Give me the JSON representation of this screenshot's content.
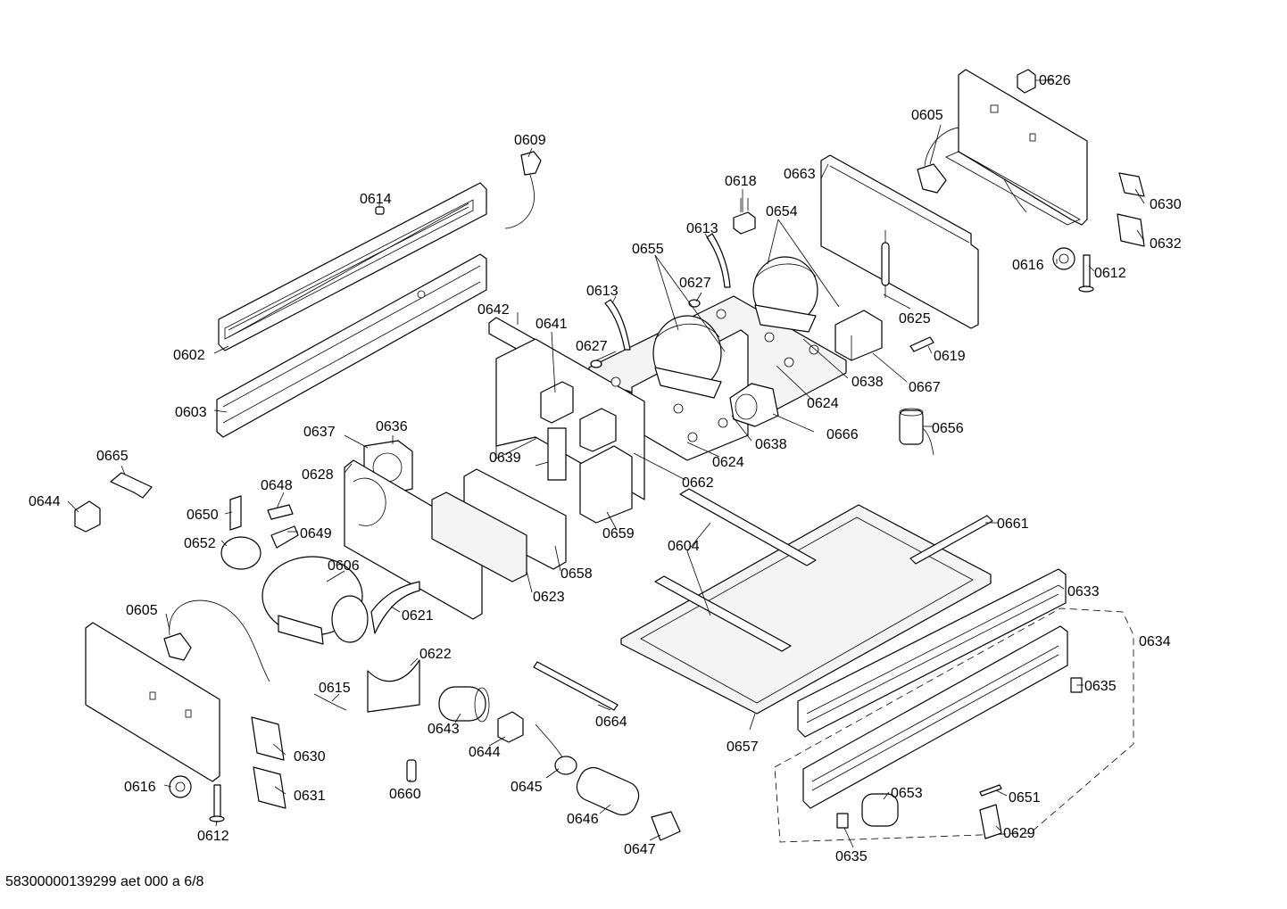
{
  "footer": "58300000139299 aet 000 a 6/8",
  "callouts": [
    "0602",
    "0603",
    "0604",
    "0605",
    "0605",
    "0606",
    "0609",
    "0612",
    "0612",
    "0613",
    "0613",
    "0614",
    "0615",
    "0616",
    "0616",
    "0618",
    "0619",
    "0621",
    "0622",
    "0623",
    "0624",
    "0624",
    "0625",
    "0626",
    "0627",
    "0627",
    "0628",
    "0629",
    "0630",
    "0630",
    "0631",
    "0632",
    "0633",
    "0634",
    "0635",
    "0635",
    "0636",
    "0637",
    "0638",
    "0638",
    "0639",
    "0641",
    "0642",
    "0643",
    "0644",
    "0644",
    "0645",
    "0646",
    "0647",
    "0648",
    "0649",
    "0650",
    "0651",
    "0652",
    "0653",
    "0654",
    "0655",
    "0656",
    "0657",
    "0658",
    "0659",
    "0660",
    "0661",
    "0662",
    "0663",
    "0664",
    "0665",
    "0666",
    "0667"
  ]
}
